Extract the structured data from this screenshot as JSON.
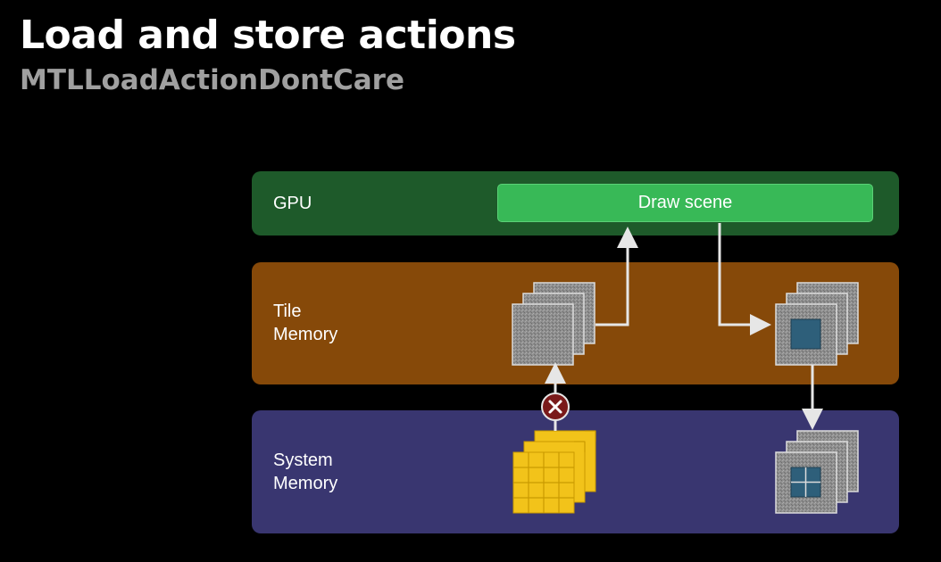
{
  "header": {
    "title": "Load and store actions",
    "subtitle": "MTLLoadActionDontCare"
  },
  "bands": {
    "gpu": {
      "label": "GPU",
      "color": "#1e5a2a"
    },
    "tile": {
      "label": "Tile\nMemory",
      "color": "#864909"
    },
    "system": {
      "label": "System\nMemory",
      "color": "#393670"
    }
  },
  "gpu_action": {
    "label": "Draw scene",
    "color": "#38b957"
  },
  "load_blocked_icon": "close-icon",
  "colors": {
    "texture_gray": "#8e8e8e",
    "rendered_blue": "#2e5f7a",
    "stored_yellow": "#f2c31a",
    "arrow": "#e6e6e6",
    "blocked_red": "#7a1a1a"
  }
}
